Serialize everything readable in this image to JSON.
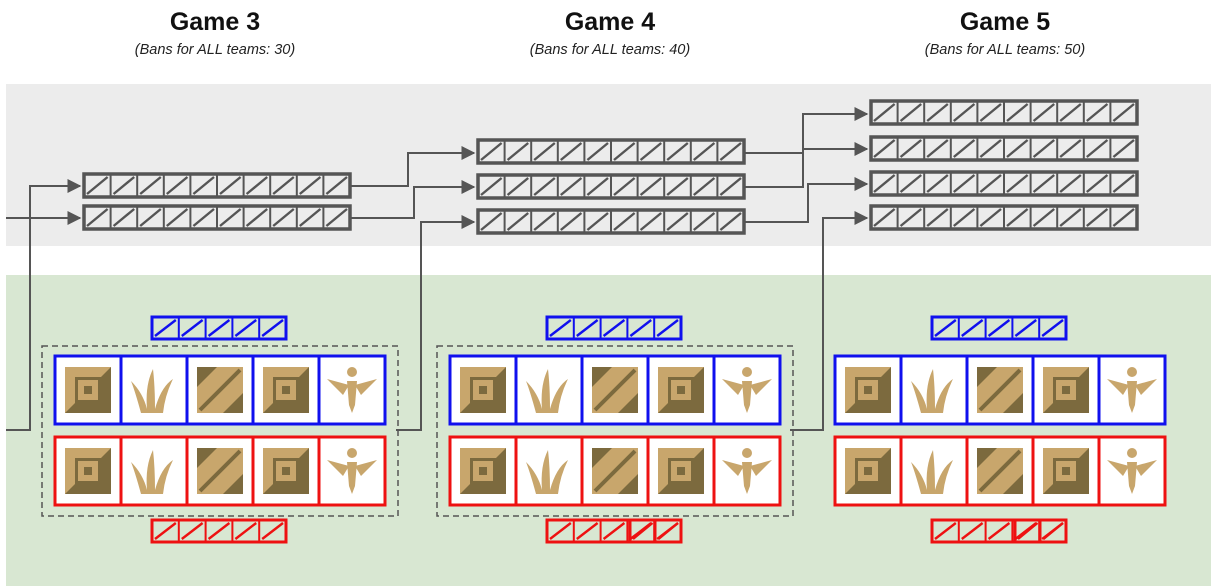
{
  "games": [
    {
      "title": "Game 3",
      "subtitle": "(Bans for ALL teams: 30)"
    },
    {
      "title": "Game 4",
      "subtitle": "(Bans for ALL teams: 40)"
    },
    {
      "title": "Game 5",
      "subtitle": "(Bans for ALL teams: 50)"
    }
  ],
  "colors": {
    "global_band": "#ececec",
    "team_band": "#d8e7d2",
    "global_ban": "#555555",
    "blue_team": "#1010ee",
    "red_team": "#ee1111",
    "champion_light": "#c8a66c",
    "champion_dark": "#7c6a3e",
    "connector": "#555555",
    "dashed_group": "#555555"
  },
  "champion_icons": [
    "square-spiral-icon",
    "grass-icon",
    "diagonal-split-icon",
    "square-spiral-icon",
    "winged-emblem-icon"
  ]
}
